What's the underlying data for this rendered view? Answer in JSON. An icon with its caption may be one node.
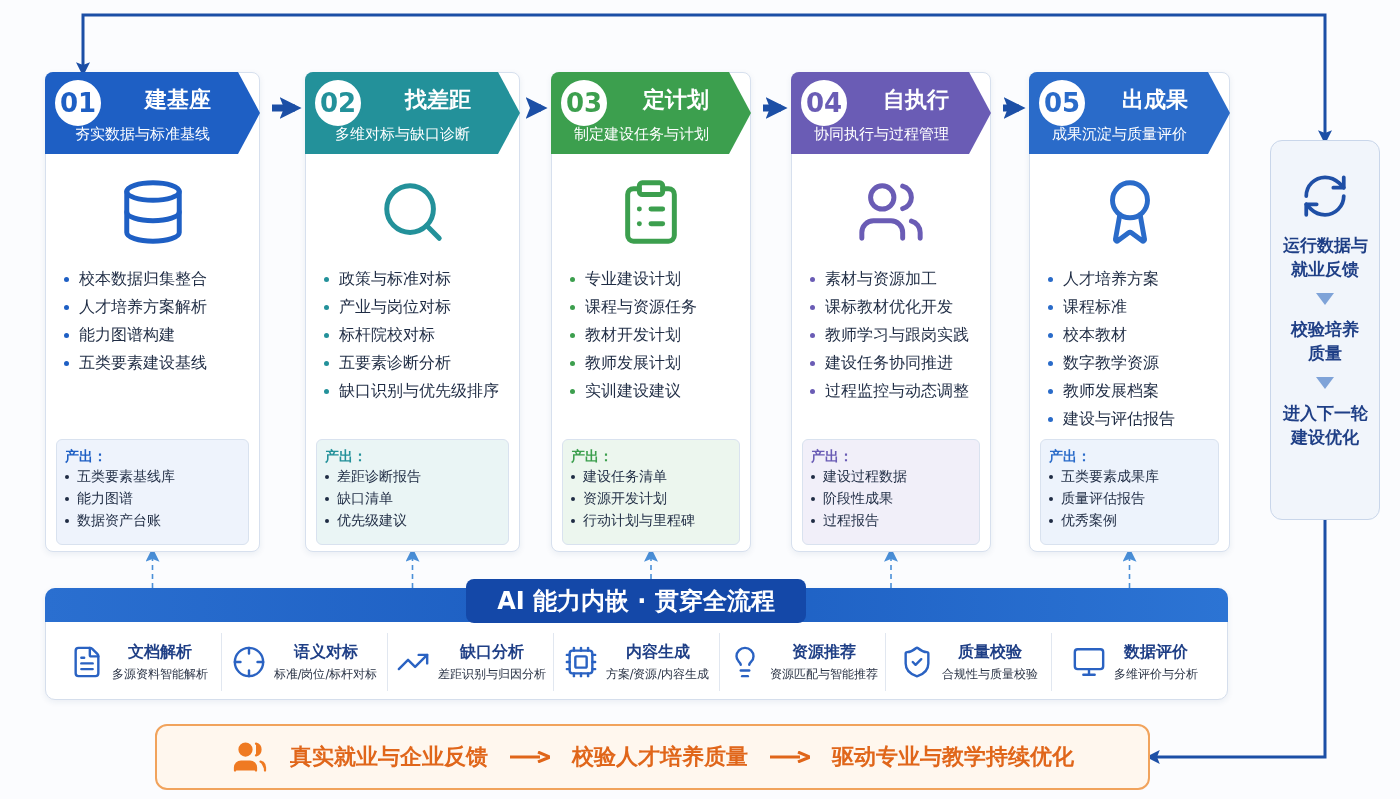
{
  "diagram": {
    "nodes": [
      {
        "text": [
          "01",
          "建基座",
          "夯实数据与标准基线",
          "校本数据归集整合",
          "人才培养方案解析",
          "能力图谱构建",
          "五类要素建设基线"
        ]
      },
      {
        "text": [
          "产出：",
          "五类要素基线库",
          "能力图谱",
          "数据资产台账"
        ],
        "in": 0
      },
      {
        "text": [
          "02",
          "找差距",
          "多维对标与缺口诊断",
          "政策与标准对标",
          "产业与岗位对标",
          "标杆院校对标",
          "五要素诊断分析",
          "缺口识别与优先级排序"
        ]
      },
      {
        "text": [
          "产出：",
          "差距诊断报告",
          "缺口清单",
          "优先级建议"
        ],
        "in": 2
      },
      {
        "text": [
          "03",
          "定计划",
          "制定建设任务与计划",
          "专业建设计划",
          "课程与资源任务",
          "教材开发计划",
          "教师发展计划",
          "实训建设建议"
        ]
      },
      {
        "text": [
          "产出：",
          "建设任务清单",
          "资源开发计划",
          "行动计划与里程碑"
        ],
        "in": 4
      },
      {
        "text": [
          "04",
          "自执行",
          "协同执行与过程管理",
          "素材与资源加工",
          "课标教材优化开发",
          "教师学习与跟岗实践",
          "建设任务协同推进",
          "过程监控与动态调整"
        ]
      },
      {
        "text": [
          "产出：",
          "建设过程数据",
          "阶段性成果",
          "过程报告"
        ],
        "in": 6
      },
      {
        "text": [
          "05",
          "出成果",
          "成果沉淀与质量评价",
          "人才培养方案",
          "课程标准",
          "校本教材",
          "数字教学资源",
          "教师发展档案",
          "建设与评估报告"
        ]
      },
      {
        "text": [
          "产出：",
          "五类要素成果库",
          "质量评估报告",
          "优秀案例"
        ],
        "in": 8
      },
      {
        "text": [
          "AI 能力内嵌 · 贯穿全流程"
        ]
      },
      {
        "text": [
          "文档解析",
          "多源资料智能解析"
        ],
        "in": 10
      },
      {
        "text": [
          "语义对标",
          "标准/岗位/标杆对标"
        ],
        "in": 10
      },
      {
        "text": [
          "缺口分析",
          "差距识别与归因分析"
        ],
        "in": 10
      },
      {
        "text": [
          "内容生成",
          "方案/资源/内容生成"
        ],
        "in": 10
      },
      {
        "text": [
          "资源推荐",
          "资源匹配与智能推荐"
        ],
        "in": 10
      },
      {
        "text": [
          "质量校验",
          "合规性与质量校验"
        ],
        "in": 10
      },
      {
        "text": [
          "数据评价",
          "多维评价与分析"
        ],
        "in": 10
      },
      {
        "text": [
          "运行数据与就业反馈",
          "校验培养质量",
          "进入下一轮建设优化"
        ]
      },
      {
        "text": [
          "真实就业与企业反馈",
          "校验人才培养质量",
          "驱动专业与教学持续优化"
        ]
      }
    ],
    "edges": [
      {
        "from": 0,
        "to": 2,
        "arrow": "to",
        "style": "thick"
      },
      {
        "from": 2,
        "to": 4,
        "arrow": "to",
        "style": "thick"
      },
      {
        "from": 4,
        "to": 6,
        "arrow": "to",
        "style": "thick"
      },
      {
        "from": 6,
        "to": 8,
        "arrow": "to",
        "style": "thick"
      },
      {
        "from": 10,
        "to": 0,
        "arrow": "to",
        "style": "dashed",
        "color": "#4a8fd8"
      },
      {
        "from": 10,
        "to": 2,
        "arrow": "to",
        "style": "dashed",
        "color": "#4a8fd8"
      },
      {
        "from": 10,
        "to": 4,
        "arrow": "to",
        "style": "dashed",
        "color": "#4a8fd8"
      },
      {
        "from": 10,
        "to": 6,
        "arrow": "to",
        "style": "dashed",
        "color": "#4a8fd8"
      },
      {
        "from": 10,
        "to": 8,
        "arrow": "to",
        "style": "dashed",
        "color": "#4a8fd8"
      },
      {
        "from": 18,
        "to": 0,
        "arrow": "both"
      },
      {
        "from": 18,
        "to": 19,
        "arrow": "to"
      }
    ]
  }
}
